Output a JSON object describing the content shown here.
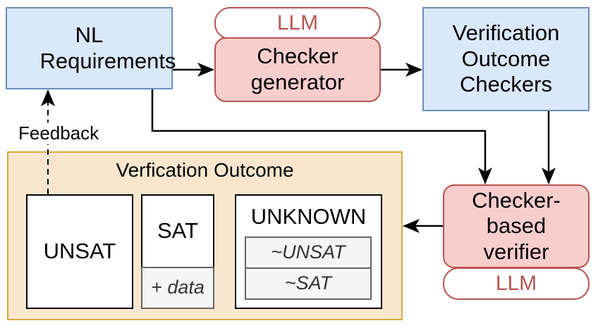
{
  "nodes": {
    "nl_requirements": "NL Requirements",
    "llm_top": "LLM",
    "checker_generator": "Checker generator",
    "verification_outcome_checkers": "Verification Outcome Checkers",
    "checker_based_verifier": "Checker-based verifier",
    "llm_bottom": "LLM"
  },
  "feedback_label": "Feedback",
  "outcome_group": {
    "title": "Verfication Outcome",
    "unsat": "UNSAT",
    "sat": "SAT",
    "sat_data": "+ data",
    "unknown": "UNKNOWN",
    "unknown_unsat": "~UNSAT",
    "unknown_sat": "~SAT"
  },
  "colors": {
    "blue_fill": "#dae8fc",
    "blue_stroke": "#6c8ebf",
    "red_fill": "#f8cecc",
    "red_stroke": "#b85450",
    "orange_fill": "#fae6cf",
    "orange_stroke": "#d6a83c",
    "grey_fill": "#f5f5f5",
    "grey_stroke": "#666666"
  }
}
